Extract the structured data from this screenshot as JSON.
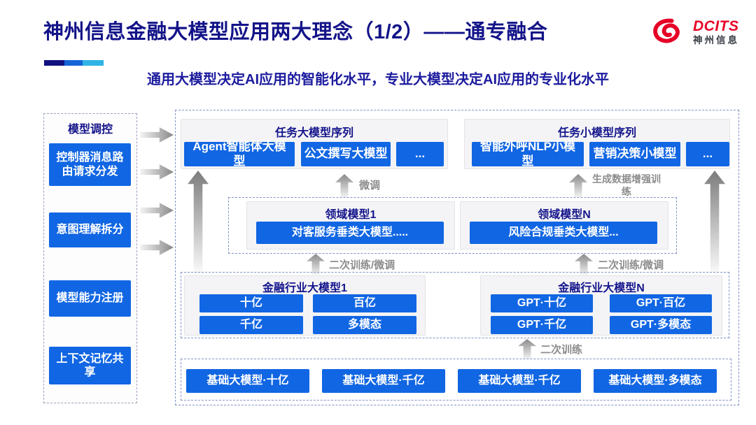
{
  "header": {
    "title": "神州信息金融大模型应用两大理念（1/2）——通专融合",
    "subtitle": "通用大模型决定AI应用的智能化水平，专业大模型决定AI应用的专业化水平",
    "logo": {
      "brand": "DCITS",
      "brand_cn": "神州信息"
    }
  },
  "colors": {
    "accent_blue": "#1166E3",
    "navy_text": "#14148C",
    "title_navy": "#131389",
    "subtitle_blue": "#1C1B9E",
    "logo_red": "#E60027",
    "bar_navy": "#10107E",
    "bar_blue": "#1464D8",
    "bar_cyan": "#2FB4E5",
    "arrow_gray": "#8C8C8C"
  },
  "sidebar": {
    "title": "模型调控",
    "items": [
      "控制器消息路由请求分发",
      "意图理解拆分",
      "模型能力注册",
      "上下文记忆共享"
    ]
  },
  "diagram": {
    "task_large": {
      "title": "任务大模型序列",
      "items": [
        "Agent智能体大模型",
        "公文撰写大模型",
        "..."
      ]
    },
    "task_small": {
      "title": "任务小模型序列",
      "items": [
        "智能外呼NLP小模型",
        "营销决策小模型",
        "..."
      ]
    },
    "domain": {
      "groups": [
        {
          "title": "领域模型1",
          "model": "对客服务垂类大模型....."
        },
        {
          "title": "领域模型N",
          "model": "风险合规垂类大模型..."
        }
      ]
    },
    "industry": {
      "groups": [
        {
          "title": "金融行业大模型1",
          "items": [
            "十亿",
            "百亿",
            "千亿",
            "多模态"
          ]
        },
        {
          "title": "金融行业大模型N",
          "items": [
            "GPT·十亿",
            "GPT·百亿",
            "GPT·千亿",
            "GPT·多模态"
          ]
        }
      ]
    },
    "base": {
      "items": [
        "基础大模型·十亿",
        "基础大模型·千亿",
        "基础大模型·千亿",
        "基础大模型·多模态"
      ]
    },
    "labels": {
      "fine_tune": "微调",
      "gen_data_training": "生成数据增强训练",
      "retrain_finetune": "二次训练/微调",
      "retrain": "二次训练"
    }
  }
}
